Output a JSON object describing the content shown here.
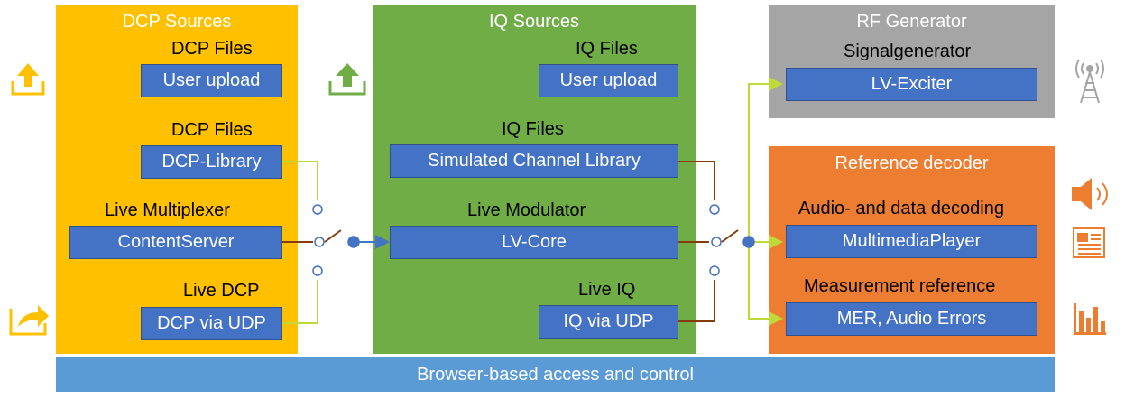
{
  "colors": {
    "dcp_panel": "#ffc000",
    "iq_panel": "#70ad47",
    "rf_panel": "#a5a5a5",
    "ref_panel": "#ed7d31",
    "box": "#4472c4",
    "footer": "#5b9bd5",
    "wire_yellow": "#bfd83a",
    "wire_green": "#bfd83a",
    "wire_brown": "#843c0c"
  },
  "dcp": {
    "title": "DCP Sources",
    "files1_label": "DCP Files",
    "files1_box": "User upload",
    "files2_label": "DCP Files",
    "files2_box": "DCP-Library",
    "mux_label": "Live Multiplexer",
    "mux_box": "ContentServer",
    "live_label": "Live DCP",
    "live_box": "DCP via UDP"
  },
  "iq": {
    "title": "IQ Sources",
    "files1_label": "IQ Files",
    "files1_box": "User upload",
    "files2_label": "IQ Files",
    "files2_box": "Simulated Channel Library",
    "mod_label": "Live Modulator",
    "mod_box": "LV-Core",
    "live_label": "Live IQ",
    "live_box": "IQ via UDP"
  },
  "rf": {
    "title": "RF Generator",
    "gen_label": "Signalgenerator",
    "gen_box": "LV-Exciter"
  },
  "ref": {
    "title": "Reference decoder",
    "audio_label": "Audio- and data decoding",
    "audio_box": "MultimediaPlayer",
    "meas_label": "Measurement reference",
    "meas_box": "MER, Audio Errors"
  },
  "footer": {
    "label": "Browser-based access and control"
  },
  "icons": {
    "left_top": "upload-icon",
    "left_bottom": "share-icon",
    "middle": "upload-icon",
    "right_tower": "antenna-tower-icon",
    "right_speaker": "speaker-icon",
    "right_news": "newspaper-icon",
    "right_chart": "bar-chart-icon"
  }
}
